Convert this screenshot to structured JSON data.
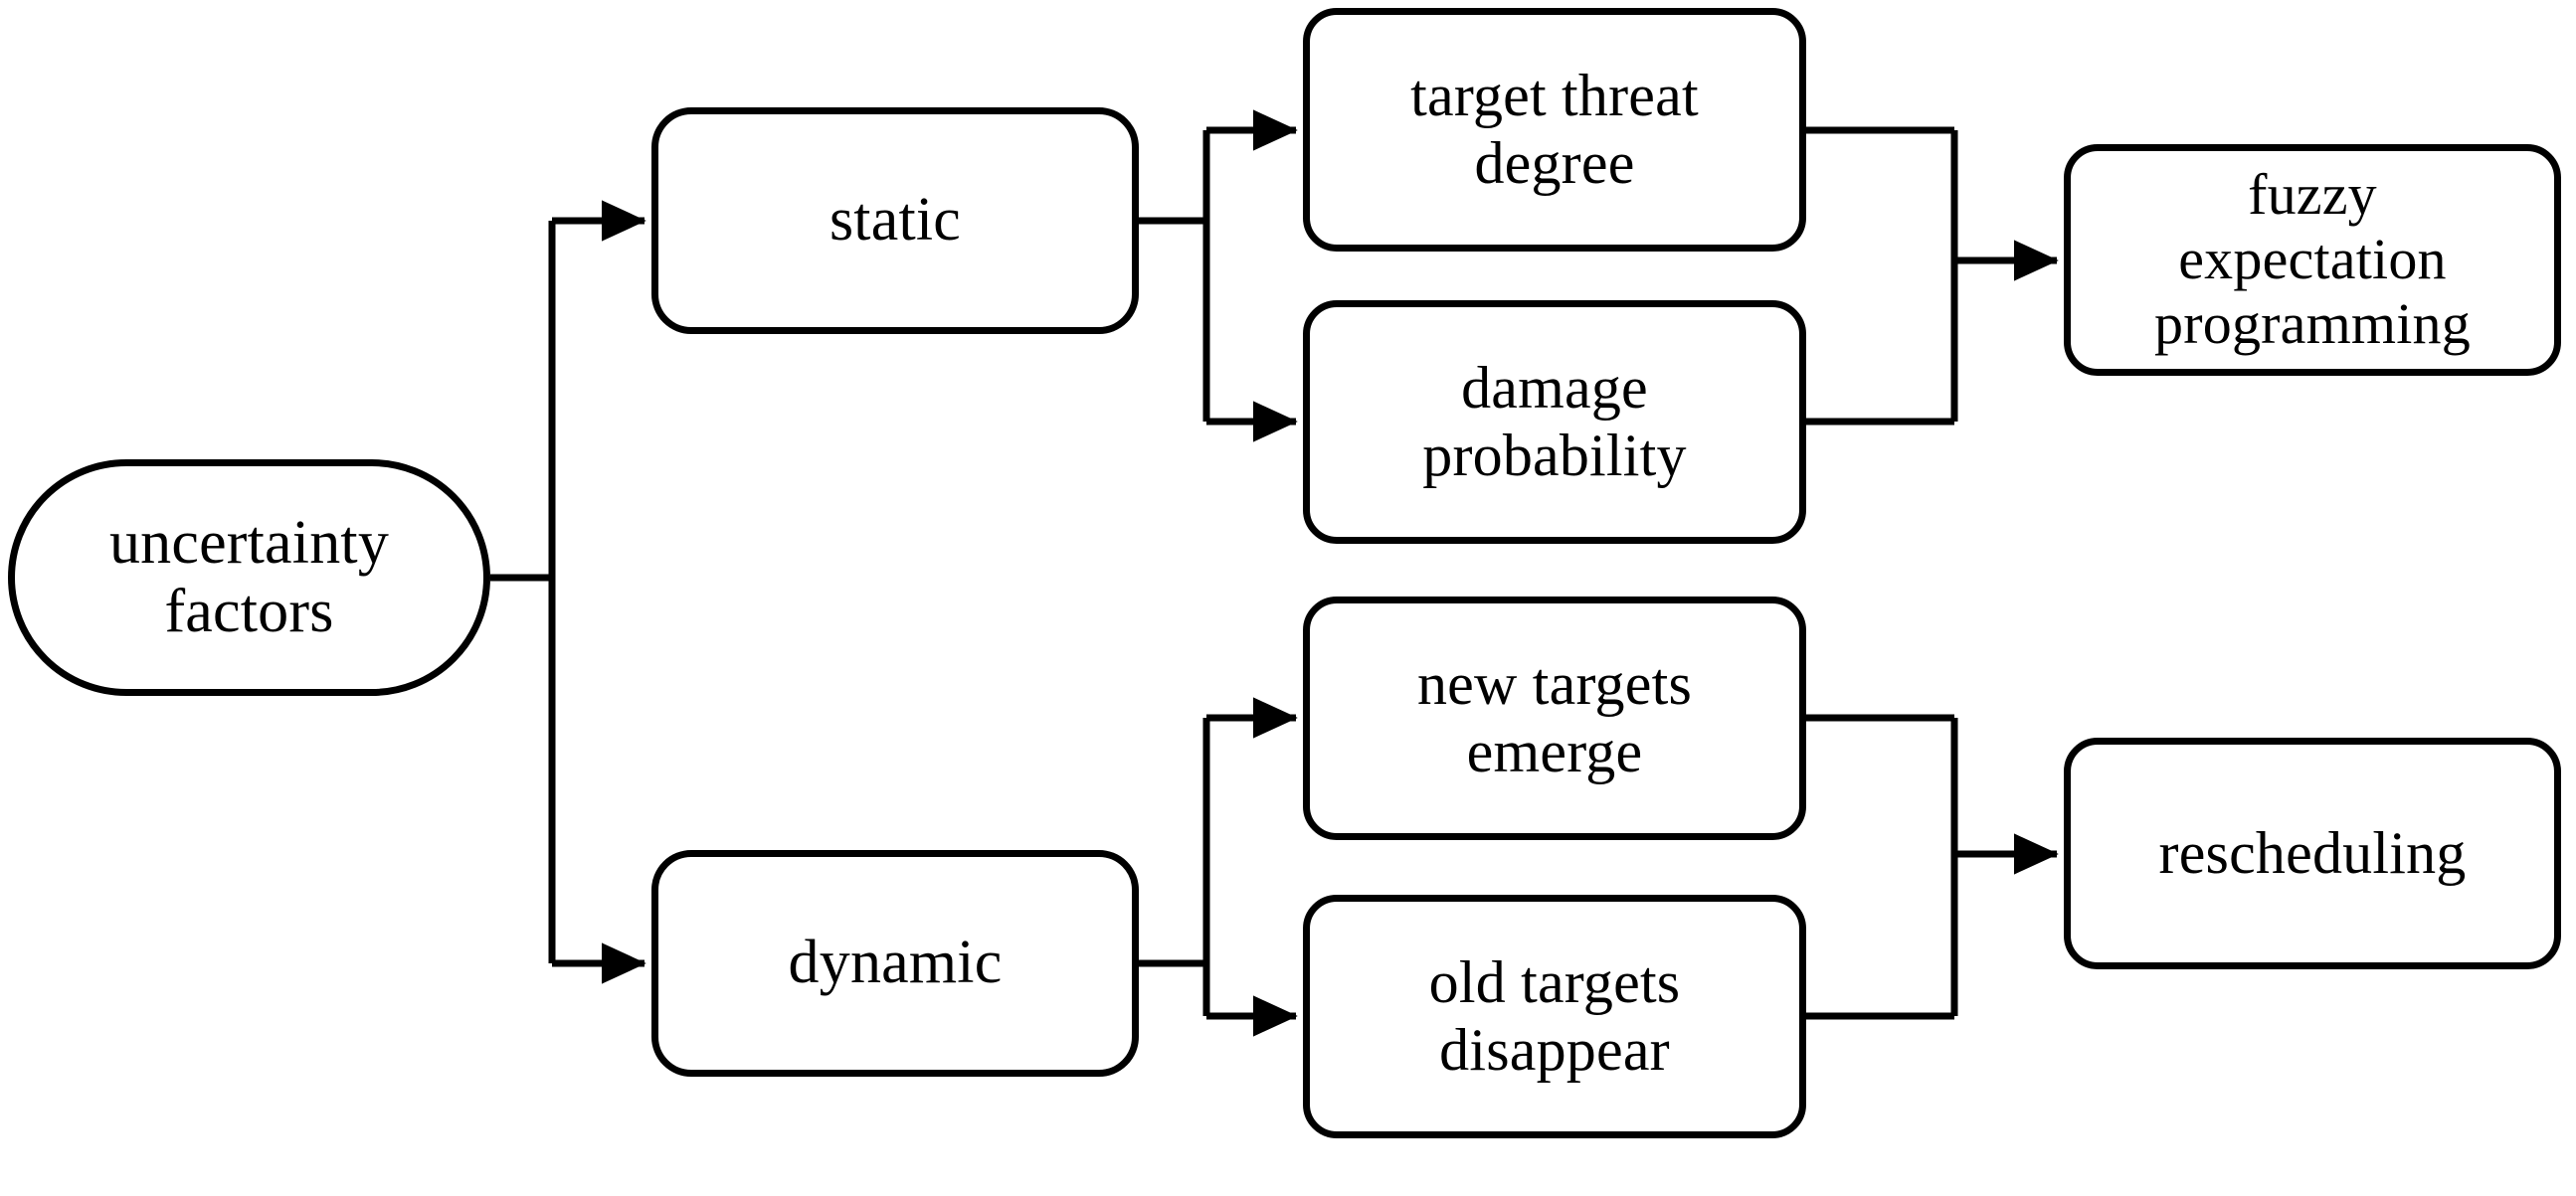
{
  "diagram": {
    "title": "uncertainty factors handling flow",
    "background_color": "#ffffff",
    "stroke_color": "#000000",
    "stroke_width": 7,
    "nodes": {
      "uncertainty_factors": {
        "label": "uncertainty\nfactors",
        "shape": "stadium"
      },
      "static": {
        "label": "static",
        "shape": "rounded-rect"
      },
      "dynamic": {
        "label": "dynamic",
        "shape": "rounded-rect"
      },
      "target_threat_degree": {
        "label": "target threat\ndegree",
        "shape": "rounded-rect"
      },
      "damage_probability": {
        "label": "damage\nprobability",
        "shape": "rounded-rect"
      },
      "new_targets_emerge": {
        "label": "new targets\nemerge",
        "shape": "rounded-rect"
      },
      "old_targets_disappear": {
        "label": "old targets\ndisappear",
        "shape": "rounded-rect"
      },
      "fuzzy_expectation_programming": {
        "label": "fuzzy\nexpectation\nprogramming",
        "shape": "rounded-rect"
      },
      "rescheduling": {
        "label": "rescheduling",
        "shape": "rounded-rect"
      }
    },
    "edges": [
      {
        "from": "uncertainty_factors",
        "to": "static",
        "arrowhead": true
      },
      {
        "from": "uncertainty_factors",
        "to": "dynamic",
        "arrowhead": true
      },
      {
        "from": "static",
        "to": "target_threat_degree",
        "arrowhead": true
      },
      {
        "from": "static",
        "to": "damage_probability",
        "arrowhead": true
      },
      {
        "from": "dynamic",
        "to": "new_targets_emerge",
        "arrowhead": true
      },
      {
        "from": "dynamic",
        "to": "old_targets_disappear",
        "arrowhead": true
      },
      {
        "from": "target_threat_degree",
        "to": "fuzzy_expectation_programming",
        "arrowhead": true
      },
      {
        "from": "damage_probability",
        "to": "fuzzy_expectation_programming",
        "arrowhead": true
      },
      {
        "from": "new_targets_emerge",
        "to": "rescheduling",
        "arrowhead": true
      },
      {
        "from": "old_targets_disappear",
        "to": "rescheduling",
        "arrowhead": true
      }
    ]
  }
}
